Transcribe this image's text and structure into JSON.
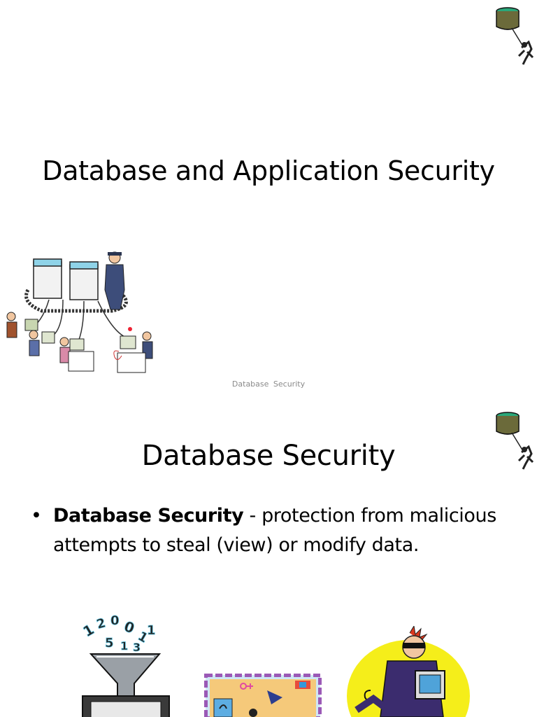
{
  "slide1": {
    "title": "Database and Application Security",
    "footer": "Database Security"
  },
  "slide2": {
    "title": "Database Security",
    "bullet": {
      "term": "Database Security",
      "text": " - protection from malicious attempts to steal (view) or modify data."
    }
  },
  "icons": {
    "corner": "database-burglar-icon",
    "network": "network-security-clipart",
    "funnel": "data-funnel-clipart",
    "desk": "spy-desk-clipart",
    "thief": "computer-thief-clipart"
  },
  "colors": {
    "footer_text": "#8a8a8a",
    "thief_bg": "#f5ee1a",
    "desk_frame": "#9b59b6"
  }
}
